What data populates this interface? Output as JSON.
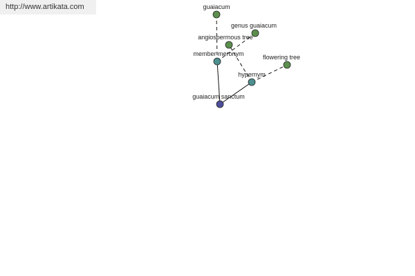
{
  "source_link": {
    "text": "http://www.artikata.com"
  },
  "graph": {
    "nodes": [
      {
        "id": "guaiacum",
        "label": "guaiacum",
        "color": "#5c8f4e"
      },
      {
        "id": "genus-guaiacum",
        "label": "genus guaiacum",
        "color": "#5c8f4e"
      },
      {
        "id": "angiospermous-tree",
        "label": "angiospermous tree",
        "color": "#5c8f4e"
      },
      {
        "id": "member-meronym",
        "label": "member meronym",
        "color": "#4e8f8f"
      },
      {
        "id": "flowering-tree",
        "label": "flowering tree",
        "color": "#5c8f4e"
      },
      {
        "id": "hypernym",
        "label": "hypernym",
        "color": "#4e8f8f"
      },
      {
        "id": "guaiacum-sanctum",
        "label": "guaiacum sanctum",
        "color": "#4e4e9a"
      }
    ],
    "edges": [
      {
        "from": "guaiacum-sanctum",
        "to": "member-meronym",
        "style": "solid"
      },
      {
        "from": "member-meronym",
        "to": "guaiacum",
        "style": "dashed"
      },
      {
        "from": "member-meronym",
        "to": "genus-guaiacum",
        "style": "dashed"
      },
      {
        "from": "guaiacum-sanctum",
        "to": "hypernym",
        "style": "solid"
      },
      {
        "from": "hypernym",
        "to": "angiospermous-tree",
        "style": "dashed"
      },
      {
        "from": "hypernym",
        "to": "flowering-tree",
        "style": "dashed"
      }
    ]
  }
}
